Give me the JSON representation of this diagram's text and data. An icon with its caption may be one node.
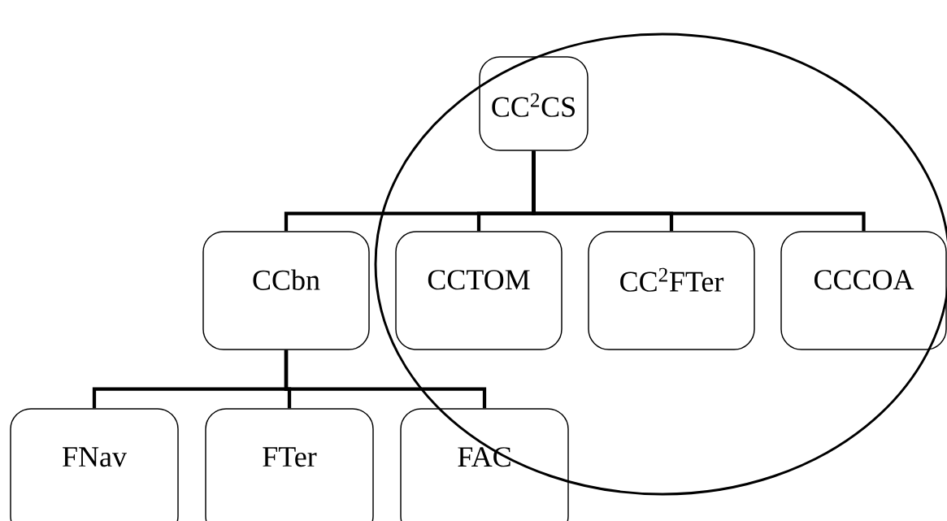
{
  "diagram": {
    "nodes": [
      {
        "text": [
          "CC$^{2}$CS"
        ]
      },
      {
        "text": [
          "CCbn"
        ]
      },
      {
        "text": [
          "CCTOM"
        ]
      },
      {
        "text": [
          "CC$^{2}$FTer"
        ]
      },
      {
        "text": [
          "CCCOA"
        ]
      },
      {
        "text": [
          "FNav"
        ]
      },
      {
        "text": [
          "FTer"
        ]
      },
      {
        "text": [
          "FAC"
        ]
      }
    ],
    "edges": [
      {
        "from": 0,
        "to": 1,
        "arrow": "none"
      },
      {
        "from": 0,
        "to": 2,
        "arrow": "none"
      },
      {
        "from": 0,
        "to": 3,
        "arrow": "none"
      },
      {
        "from": 0,
        "to": 4,
        "arrow": "none"
      },
      {
        "from": 1,
        "to": 5,
        "arrow": "none"
      },
      {
        "from": 1,
        "to": 6,
        "arrow": "none"
      },
      {
        "from": 1,
        "to": 7,
        "arrow": "none"
      }
    ]
  }
}
